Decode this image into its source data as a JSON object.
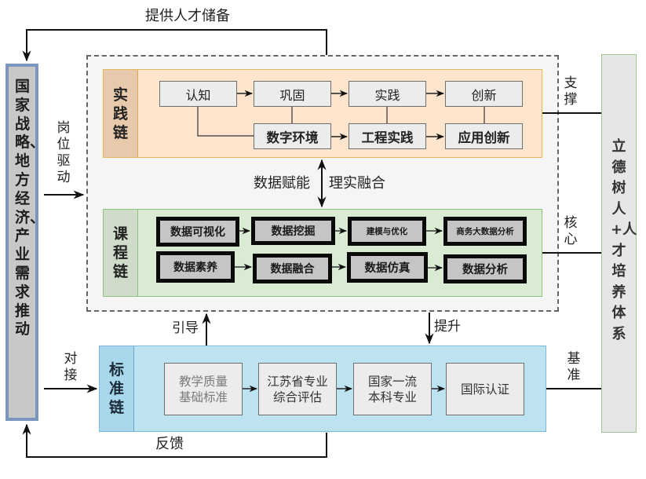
{
  "top_feedback_label": "提供人才储备",
  "bottom_feedback_label": "反馈",
  "left_pillar": {
    "text": "国家战略、地方经济、产业需求推动"
  },
  "right_pillar": {
    "text": "立德树人+人才培养体系"
  },
  "side_labels": {
    "job_driven": "岗位驱动",
    "docking": "对接",
    "support": "支撑",
    "core": "核心",
    "benchmark": "基准"
  },
  "middle_labels": {
    "data_empower": "数据赋能",
    "theory_practice": "理实融合",
    "guide": "引导",
    "promote": "提升"
  },
  "practice_chain": {
    "title": "实践链",
    "row1": [
      "认知",
      "巩固",
      "实践",
      "创新"
    ],
    "row2": [
      "数字环境",
      "工程实践",
      "应用创新"
    ]
  },
  "course_chain": {
    "title": "课程链",
    "row1": [
      "数据可视化",
      "数据挖掘",
      "建模与优化",
      "商务大数据分析"
    ],
    "row2": [
      "数据素养",
      "数据融合",
      "数据仿真",
      "数据分析"
    ]
  },
  "standard_chain": {
    "title": "标准链",
    "nodes": [
      {
        "line1": "教学质量",
        "line2": "基础标准"
      },
      {
        "line1": "江苏省专业",
        "line2": "综合评估"
      },
      {
        "line1": "国家一流",
        "line2": "本科专业"
      },
      {
        "line1": "国际认证",
        "line2": ""
      }
    ]
  },
  "colors": {
    "practice_fill": "#fde5cd",
    "course_fill": "#d9ecd3",
    "standard_fill": "#bde3f1",
    "left_pillar_border": "#7a96bf",
    "right_pillar_border": "#9cc389"
  }
}
